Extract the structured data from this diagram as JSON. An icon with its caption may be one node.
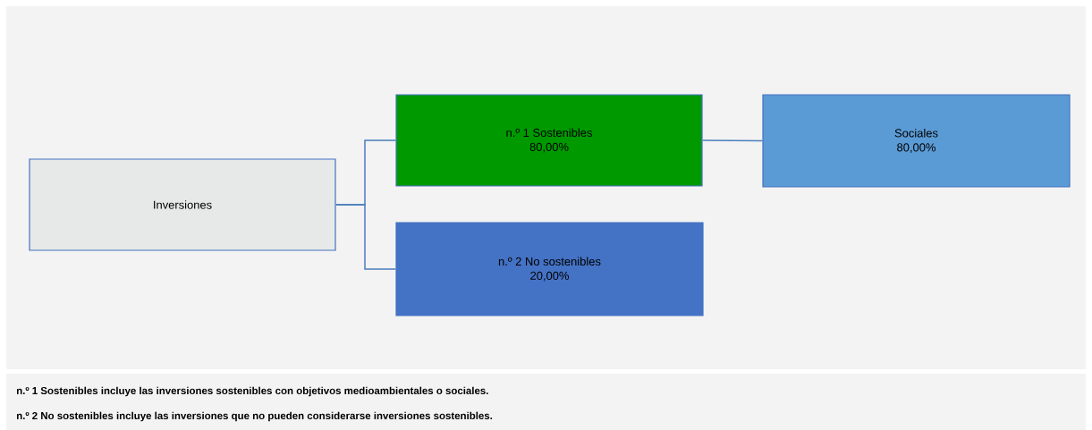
{
  "diagram": {
    "nodes": [
      {
        "text": [
          "Inversiones"
        ]
      },
      {
        "text": [
          "n.º 1 Sostenibles",
          "80,00%"
        ]
      },
      {
        "text": [
          "n.º 2 No sostenibles",
          "20,00%"
        ]
      },
      {
        "text": [
          "Sociales",
          "80,00%"
        ]
      }
    ],
    "edges": [
      {
        "from": 0,
        "to": 1,
        "arrow": "none"
      },
      {
        "from": 0,
        "to": 2,
        "arrow": "none"
      },
      {
        "from": 1,
        "to": 3,
        "arrow": "none"
      }
    ],
    "labels": [
      "n.º 1 Sostenibles incluye las inversiones sostenibles con objetivos medioambientales o sociales.",
      "n.º 2 No sostenibles incluye las inversiones que no pueden considerarse inversiones sostenibles."
    ]
  }
}
